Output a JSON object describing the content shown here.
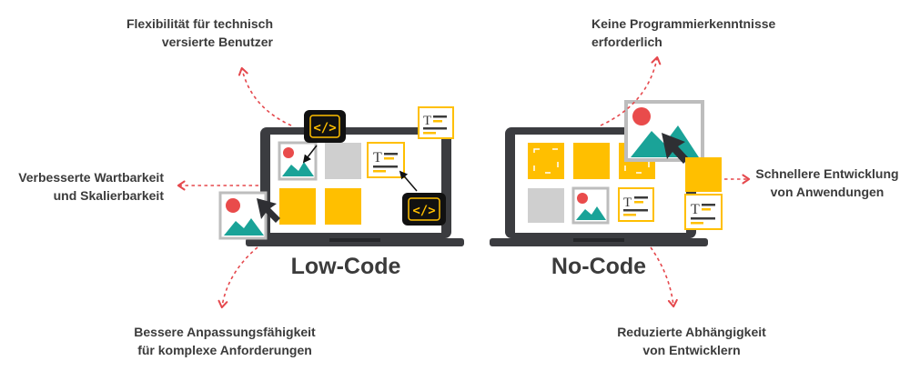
{
  "low_code": {
    "title": "Low-Code",
    "benefits": {
      "top": [
        "Flexibilität für technisch",
        "versierte Benutzer"
      ],
      "left": [
        "Verbesserte Wartbarkeit",
        "und Skalierbarkeit"
      ],
      "bottom": [
        "Bessere Anpassungsfähigkeit",
        "für komplexe Anforderungen"
      ]
    },
    "code_tag_text": "</>"
  },
  "no_code": {
    "title": "No-Code",
    "benefits": {
      "top": [
        "Keine Programmierkenntnisse",
        "erforderlich"
      ],
      "right": [
        "Schnellere Entwicklung",
        "von Anwendungen"
      ],
      "bottom": [
        "Reduzierte Abhängigkeit",
        "von Entwicklern"
      ]
    }
  },
  "text_block_glyph": "T",
  "colors": {
    "laptop": "#3b3c40",
    "screen": "#ffffff",
    "accent_yellow": "#ffbf00",
    "tile_gray": "#cfcfcf",
    "image_red": "#e94b4b",
    "image_teal": "#1aa398",
    "arrow_red": "#e5484d",
    "code_tag_bg": "#111111"
  }
}
